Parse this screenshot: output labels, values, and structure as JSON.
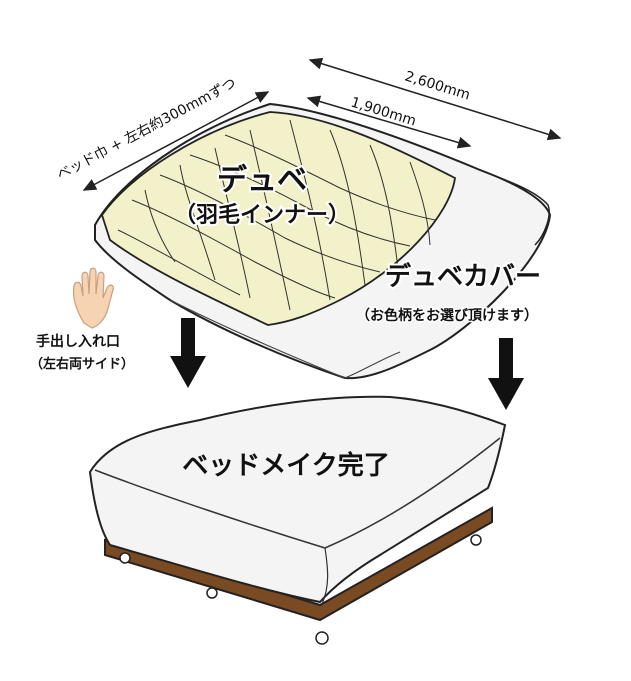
{
  "dimensions": {
    "outer_length": "2,600mm",
    "inner_length": "1,900mm",
    "width_note": "ベッド巾 + 左右約300mmずつ"
  },
  "duvet_inner": {
    "title": "デュベ",
    "subtitle": "（羽毛インナー）"
  },
  "duvet_cover": {
    "title": "デュベカバー",
    "subtitle": "（お色柄をお選び頂けます）"
  },
  "hand_opening": {
    "line1": "手出し入れ口",
    "line2": "（左右両サイド）"
  },
  "result_label": "ベッドメイク完了",
  "colors": {
    "inner_fill": "#f3f1c9",
    "cover_fill": "#f4f4f4",
    "bed_frame": "#7a4a22",
    "outline": "#222222"
  }
}
